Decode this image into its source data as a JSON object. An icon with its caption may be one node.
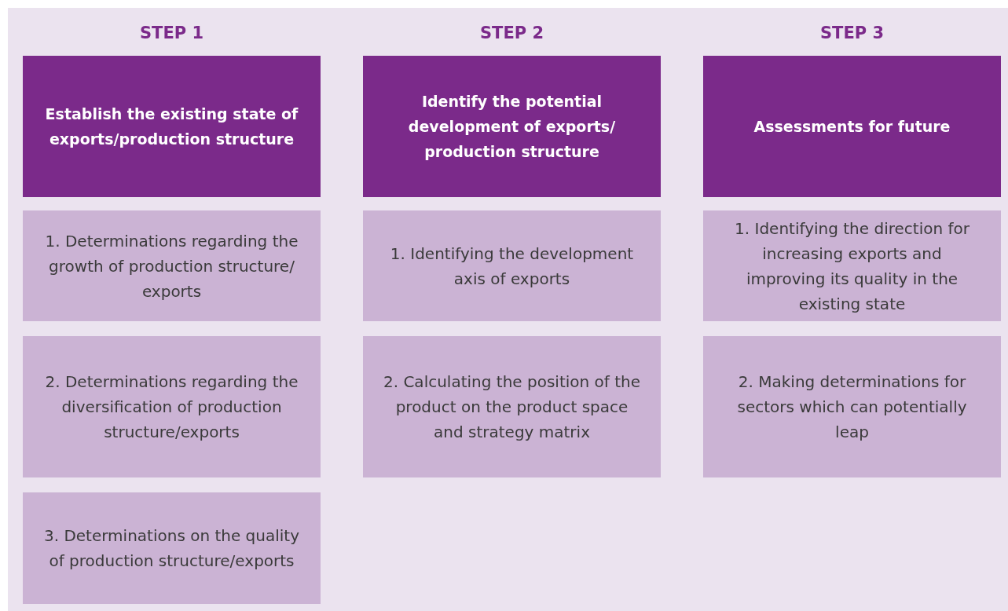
{
  "diagram": {
    "nodes": [
      {
        "text": [
          "Establish the existing state of exports/production structure"
        ]
      },
      {
        "text": [
          "Identify the potential development of exports/ production structure"
        ]
      },
      {
        "text": [
          "Assessments for future"
        ]
      },
      {
        "text": [
          "1. Determinations regarding the growth of production structure/ exports"
        ]
      },
      {
        "text": [
          "1. Identifying the development axis of exports"
        ]
      },
      {
        "text": [
          "1. Identifying the direction for increasing exports and improving its quality in the existing state"
        ]
      },
      {
        "text": [
          "2. Determinations regarding the diversification of production structure/exports"
        ]
      },
      {
        "text": [
          "2. Calculating the position of the product on the product space and strategy matrix"
        ]
      },
      {
        "text": [
          "2. Making determinations for sectors which can potentially leap"
        ]
      },
      {
        "text": [
          "3. Determinations on the quality of production structure/exports"
        ]
      }
    ],
    "labels": [
      "STEP 1",
      "STEP 2",
      "STEP 3"
    ]
  }
}
